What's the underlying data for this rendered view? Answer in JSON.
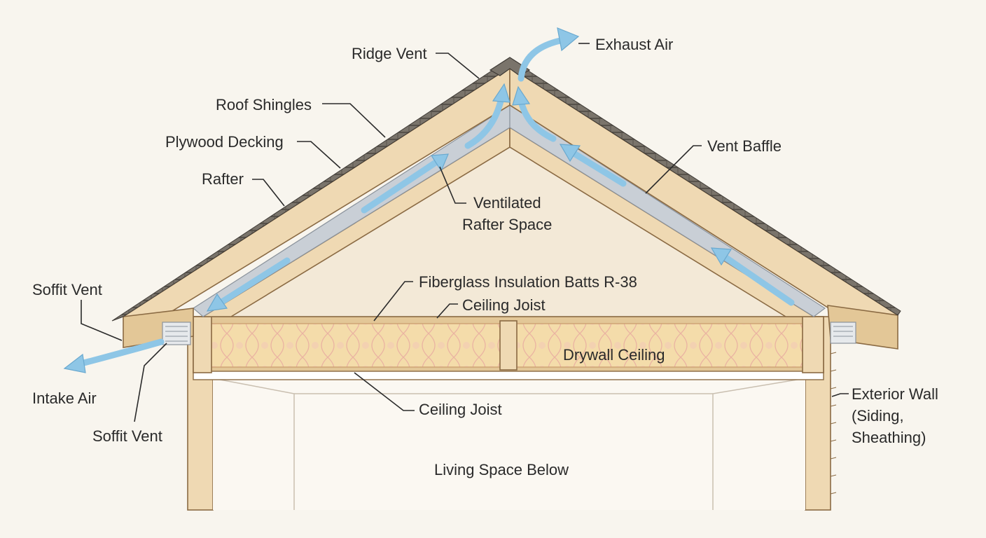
{
  "labels": {
    "ridge_vent": "Ridge Vent",
    "exhaust_air": "Exhaust Air",
    "roof_shingles": "Roof Shingles",
    "plywood_decking": "Plywood Decking",
    "rafter": "Rafter",
    "vent_baffle": "Vent Baffle",
    "ventilated_rafter_space_1": "Ventilated",
    "ventilated_rafter_space_2": "Rafter Space",
    "soffit_vent_top": "Soffit Vent",
    "fiberglass_insulation": "Fiberglass Insulation Batts R-38",
    "ceiling_joist_top": "Ceiling Joist",
    "drywall_ceiling": "Drywall Ceiling",
    "intake_air": "Intake Air",
    "soffit_vent_bottom": "Soffit Vent",
    "ceiling_joist_bottom": "Ceiling Joist",
    "exterior_wall_1": "Exterior Wall",
    "exterior_wall_2": "(Siding,",
    "exterior_wall_3": "Sheathing)",
    "living_space": "Living Space Below"
  },
  "colors": {
    "background": "#f8f5ee",
    "airflow": "#8ec6e6",
    "wood": "#efd9b3",
    "insulation": "#f3d7a6",
    "shingles": "#6f6a63",
    "baffle": "#c9cfd6"
  }
}
